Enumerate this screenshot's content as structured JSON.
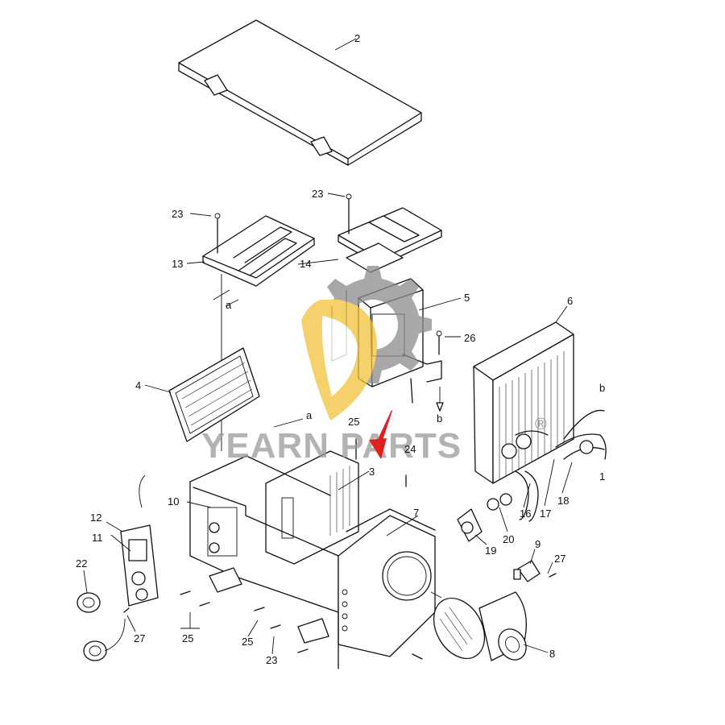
{
  "watermark": {
    "brand": "YEARN PARTS",
    "registered": "®"
  },
  "accent": {
    "arrow": "#e02020",
    "logo_gold": "#f2c23a",
    "logo_gray": "#8c8c8c"
  },
  "labels": {
    "p2": "2",
    "p3": "3",
    "p4": "4",
    "p5": "5",
    "p6": "6",
    "p7": "7",
    "p8": "8",
    "p9": "9",
    "p10": "10",
    "p11": "11",
    "p12": "12",
    "p13": "13",
    "p14": "14",
    "p1x": "1",
    "p16": "16",
    "p17": "17",
    "p18": "18",
    "p19": "19",
    "p20": "20",
    "p22": "22",
    "p23a": "23",
    "p23b": "23",
    "p23c": "23",
    "p24": "24",
    "p25a": "25",
    "p25b": "25",
    "p25c": "25",
    "p26": "26",
    "p27a": "27",
    "p27b": "27",
    "ref_a1": "a",
    "ref_a2": "a",
    "ref_b1": "b",
    "ref_b2": "b"
  }
}
